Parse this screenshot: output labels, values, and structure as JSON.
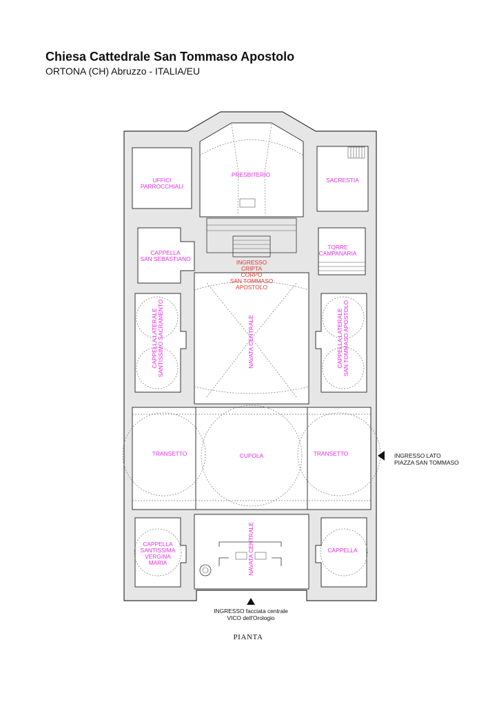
{
  "header": {
    "title": "Chiesa Cattedrale San Tommaso Apostolo",
    "subtitle": "ORTONA (CH) Abruzzo - ITALIA/EU"
  },
  "rooms": {
    "uffici_1": "UFFICI",
    "uffici_2": "PARROCCHIALI",
    "presbiterio": "PRESBITERIO",
    "sacrestia": "SACRESTIA",
    "cappella_seb_1": "CAPPELLA",
    "cappella_seb_2": "SAN SEBASTIANO",
    "torre_1": "TORRE",
    "torre_2": "CAMPANARIA",
    "cripta_1": "INGRESSO",
    "cripta_2": "CRIPTA",
    "cripta_3": "CORPO",
    "cripta_4": "SAN TOMMASO",
    "cripta_5": "APOSTOLO",
    "navata_centrale_top": "NAVATA CENTRALE",
    "cappella_sacramento_1": "CAPPELLA LATERALE",
    "cappella_sacramento_2": "SANTISSIMO SACRAMENTO",
    "cappella_apostolo_1": "CAPPELLA LATERALE",
    "cappella_apostolo_2": "SAN TOMMASO APOSTOLO",
    "transetto_left": "TRANSETTO",
    "cupola": "CUPOLA",
    "transetto_right": "TRANSETTO",
    "cappella_vergine_1": "CAPPELLA",
    "cappella_vergine_2": "SANTISSIMA",
    "cappella_vergine_3": "VERGINA",
    "cappella_vergine_4": "MARIA",
    "navata_centrale_bottom": "NAVATA CENTRALE",
    "cappella_right": "CAPPELLA"
  },
  "entrances": {
    "side_1": "INGRESSO LATO",
    "side_2": "PIAZZA SAN TOMMASO",
    "front_1": "INGRESSO facciata centrale",
    "front_2": "VICO dell'Orologio"
  },
  "footer": {
    "plan_label": "PIANTA"
  },
  "colors": {
    "label": "#e62ee6",
    "label_crypt": "#e6342e",
    "wall_fill": "#e6e6e6"
  }
}
